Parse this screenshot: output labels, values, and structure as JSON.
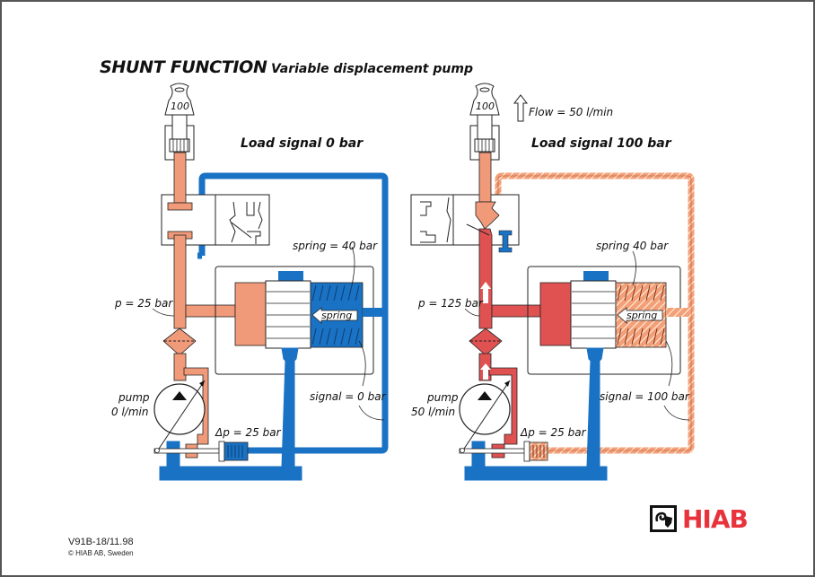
{
  "header": {
    "title": "SHUNT FUNCTION",
    "subtitle": "Variable displacement pump"
  },
  "colors": {
    "pressure_low": "#f09a7a",
    "pressure_high": "#e05252",
    "tank_return": "#1a72c4",
    "signal_hatched": "#f3a078",
    "outline": "#222222"
  },
  "panels": [
    {
      "heading": "Load signal 0 bar",
      "lever_value": "100",
      "flow_label": "",
      "spring_label": "spring = 40 bar",
      "spring_arrow_label": "spring",
      "pressure_label": "p = 25 bar",
      "pump_label_line1": "pump",
      "pump_label_line2": "0 l/min",
      "signal_label": "signal = 0 bar",
      "delta_p_label": "Δp = 25 bar"
    },
    {
      "heading": "Load signal 100 bar",
      "lever_value": "100",
      "flow_label": "Flow = 50 l/min",
      "spring_label": "spring 40 bar",
      "spring_arrow_label": "spring",
      "pressure_label": "p = 125 bar",
      "pump_label_line1": "pump",
      "pump_label_line2": "50 l/min",
      "signal_label": "signal = 100 bar",
      "delta_p_label": "Δp = 25 bar"
    }
  ],
  "footer": {
    "doc_code": "V91B-18/11.98",
    "copyright": "© HIAB AB, Sweden"
  },
  "logo": {
    "brand": "HIAB"
  }
}
